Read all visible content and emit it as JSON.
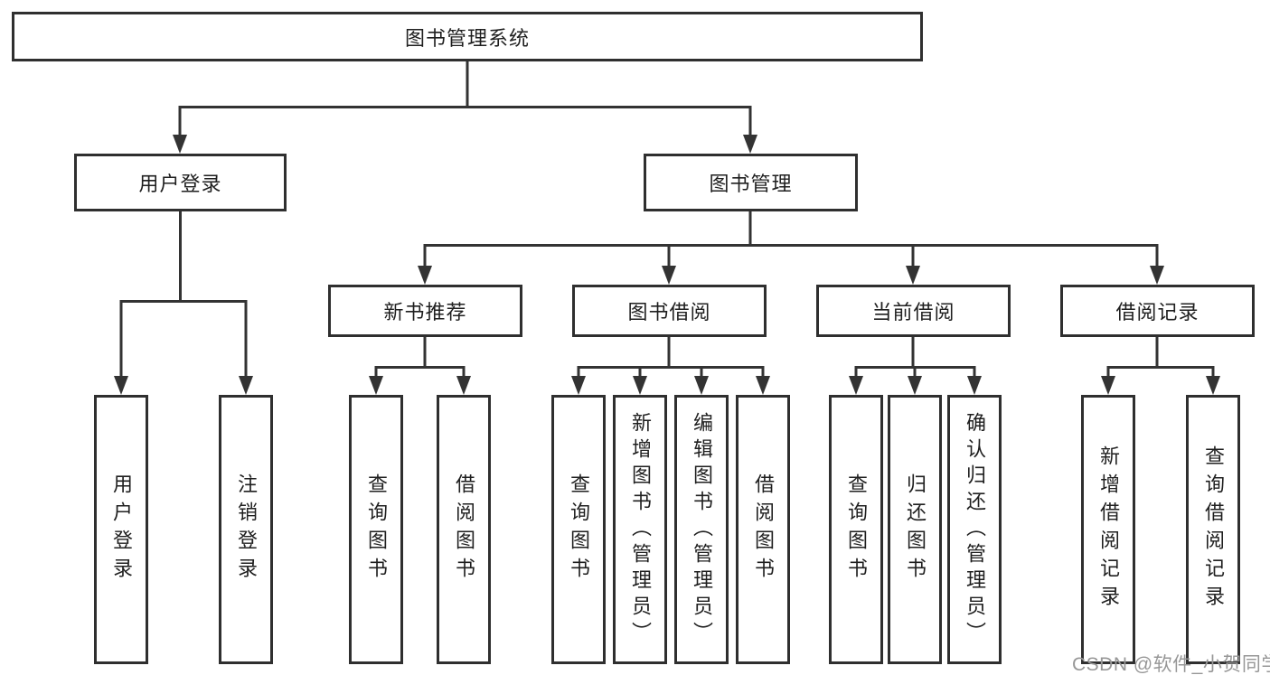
{
  "colors": {
    "line": "#333333",
    "box_border": "#2f2f2f",
    "text": "#1f1f1f",
    "watermark": "#979797",
    "background": "#ffffff"
  },
  "diagram": {
    "root": {
      "label": "图书管理系统"
    },
    "branches": [
      {
        "label": "用户登录",
        "children": [
          {
            "label": "用户登录"
          },
          {
            "label": "注销登录"
          }
        ]
      },
      {
        "label": "图书管理",
        "children": [
          {
            "label": "新书推荐",
            "children": [
              {
                "label": "查询图书"
              },
              {
                "label": "借阅图书"
              }
            ]
          },
          {
            "label": "图书借阅",
            "children": [
              {
                "label": "查询图书"
              },
              {
                "label": "新增图书（管理员）"
              },
              {
                "label": "编辑图书（管理员）"
              },
              {
                "label": "借阅图书"
              }
            ]
          },
          {
            "label": "当前借阅",
            "children": [
              {
                "label": "查询图书"
              },
              {
                "label": "归还图书"
              },
              {
                "label": "确认归还（管理员）"
              }
            ]
          },
          {
            "label": "借阅记录",
            "children": [
              {
                "label": "新增借阅记录"
              },
              {
                "label": "查询借阅记录"
              }
            ]
          }
        ]
      }
    ]
  },
  "watermark": {
    "text": "CSDN @软件_小贺同学"
  }
}
